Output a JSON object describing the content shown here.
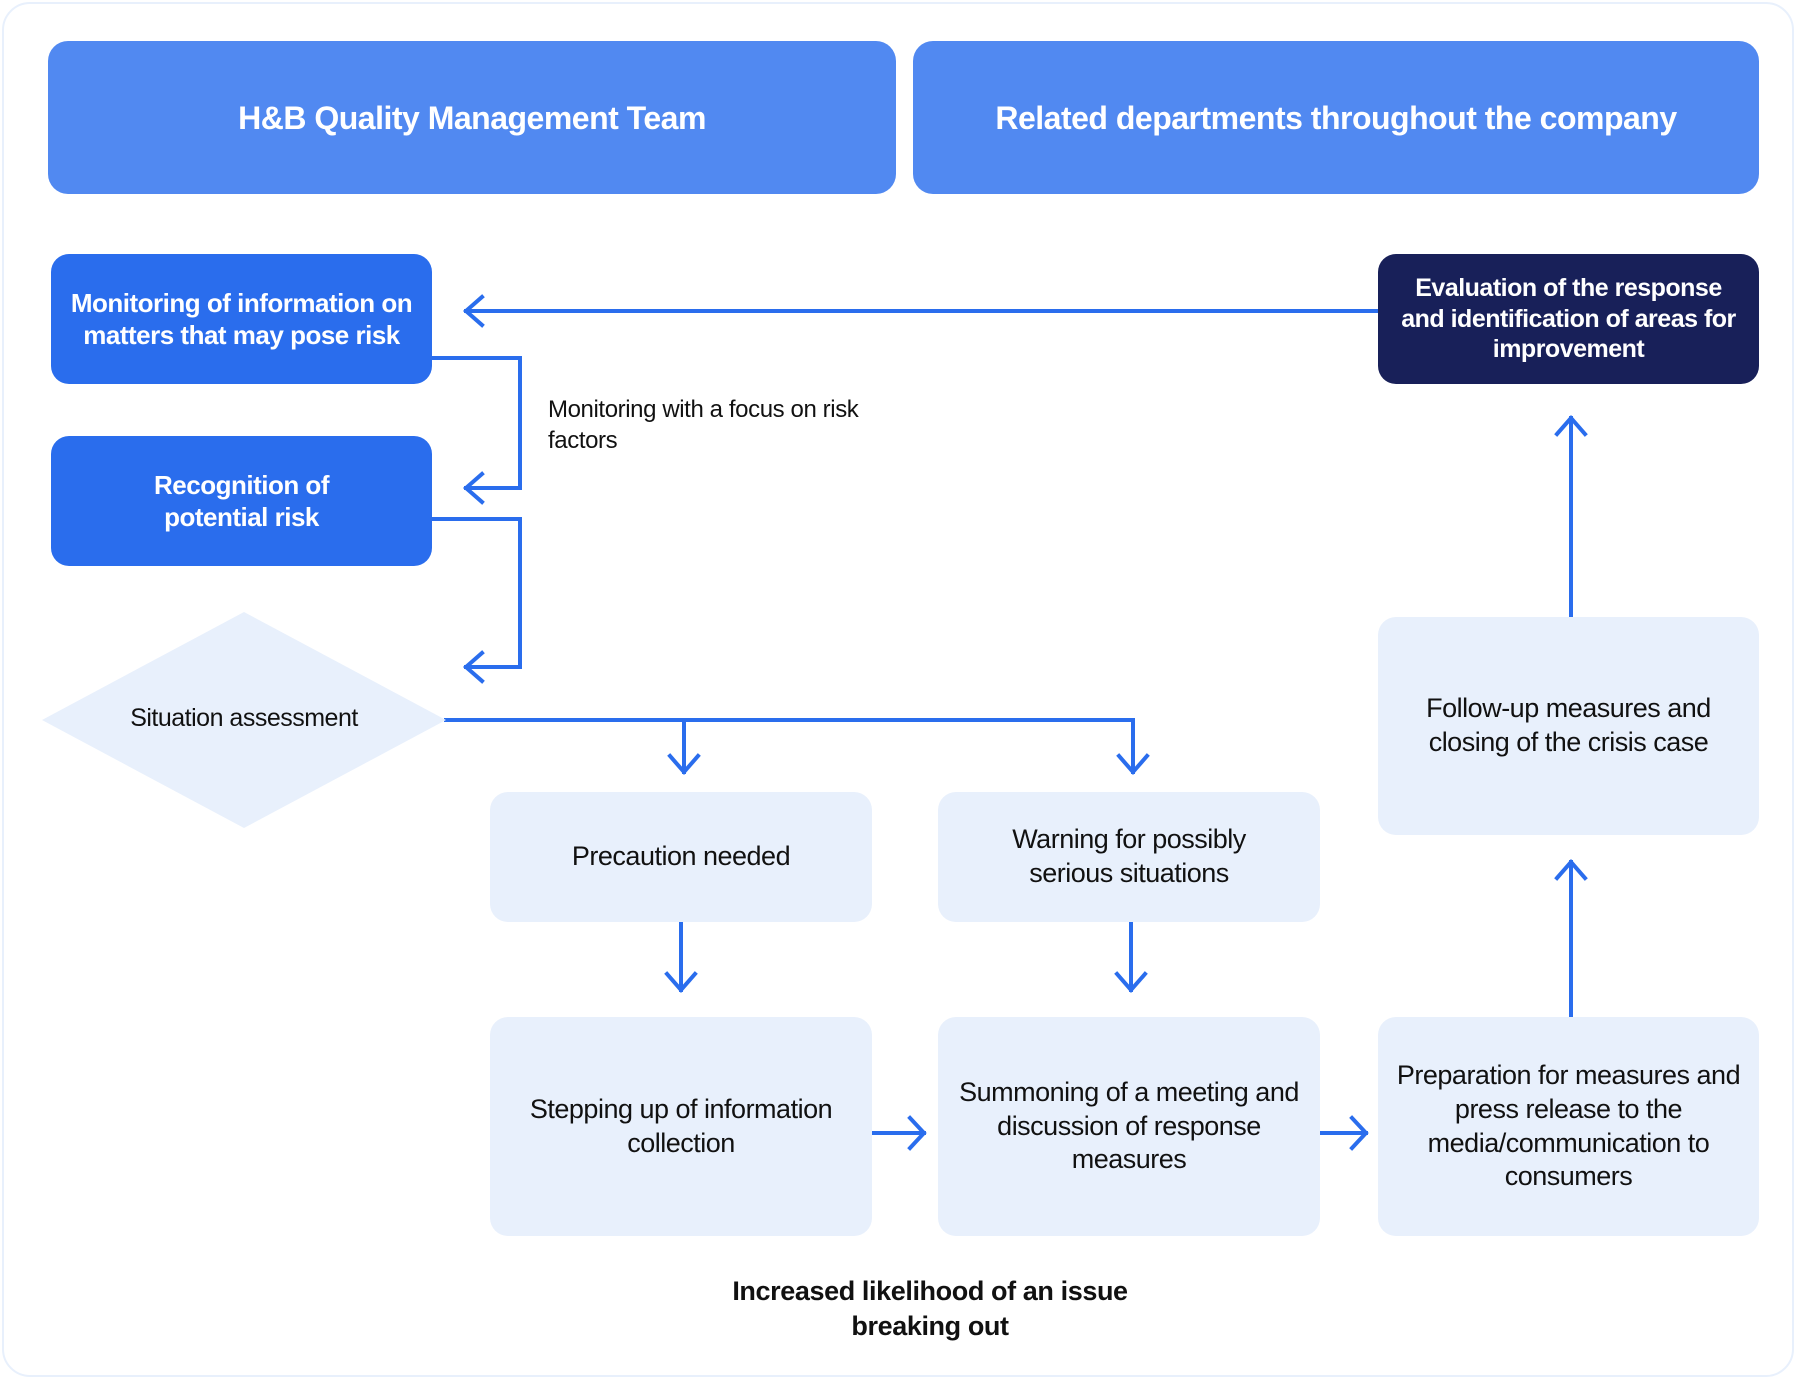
{
  "colors": {
    "header": "#5189f1",
    "primary": "#2a6ded",
    "navy": "#182059",
    "light": "#e8f0fc",
    "line": "#2a6ded",
    "text": "#111111"
  },
  "headers": {
    "left": "H&B Quality Management Team",
    "right": "Related departments throughout the company"
  },
  "nodes": {
    "monitoring": "Monitoring of information on matters that may pose risk",
    "recognition": "Recognition of potential risk",
    "assessment": "Situation assessment",
    "evaluation": "Evaluation of the response and identification of areas for improvement",
    "precaution": "Precaution needed",
    "warning": "Warning for possibly serious situations",
    "stepping_up": "Stepping up of information collection",
    "summoning": "Summoning of a meeting and discussion of response measures",
    "preparation": "Preparation for measures and press release to the media/communication to consumers",
    "follow_up": "Follow-up measures and closing of the crisis case"
  },
  "annotations": {
    "focus": "Monitoring with a focus on risk factors",
    "likelihood": "Increased likelihood of an issue breaking out"
  },
  "edges": [
    {
      "from": "evaluation",
      "to": "monitoring"
    },
    {
      "from": "monitoring",
      "to": "recognition",
      "label": "Monitoring with a focus on risk factors"
    },
    {
      "from": "recognition",
      "to": "assessment"
    },
    {
      "from": "assessment",
      "to": "precaution"
    },
    {
      "from": "assessment",
      "to": "warning"
    },
    {
      "from": "precaution",
      "to": "stepping_up"
    },
    {
      "from": "warning",
      "to": "summoning"
    },
    {
      "from": "stepping_up",
      "to": "summoning"
    },
    {
      "from": "summoning",
      "to": "preparation"
    },
    {
      "from": "preparation",
      "to": "follow_up"
    },
    {
      "from": "follow_up",
      "to": "evaluation"
    }
  ]
}
